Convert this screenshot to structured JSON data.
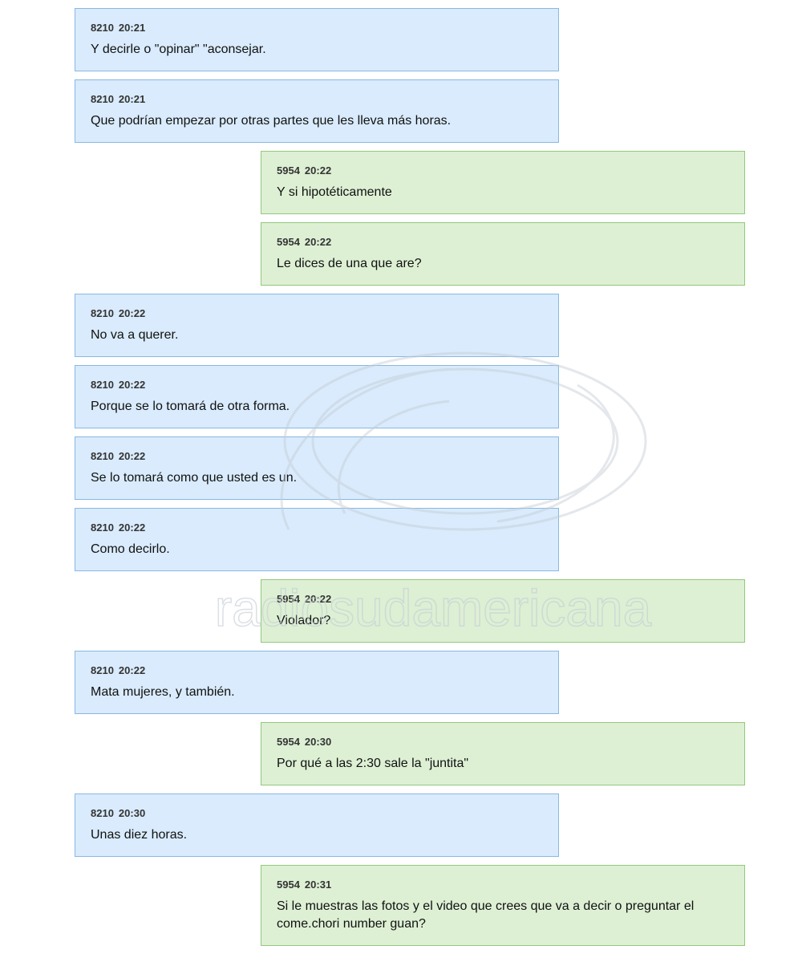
{
  "messages": [
    {
      "side": "left",
      "sender": "8210",
      "time": "20:21",
      "text": "Y decirle o \"opinar\" \"aconsejar."
    },
    {
      "side": "left",
      "sender": "8210",
      "time": "20:21",
      "text": "Que podrían empezar por otras partes que les lleva más horas."
    },
    {
      "side": "right",
      "sender": "5954",
      "time": "20:22",
      "text": "Y si hipotéticamente"
    },
    {
      "side": "right",
      "sender": "5954",
      "time": "20:22",
      "text": "Le dices de una que are?"
    },
    {
      "side": "left",
      "sender": "8210",
      "time": "20:22",
      "text": "No va a querer."
    },
    {
      "side": "left",
      "sender": "8210",
      "time": "20:22",
      "text": "Porque se lo tomará de otra forma."
    },
    {
      "side": "left",
      "sender": "8210",
      "time": "20:22",
      "text": "Se lo tomará como que usted es un."
    },
    {
      "side": "left",
      "sender": "8210",
      "time": "20:22",
      "text": "Como decirlo."
    },
    {
      "side": "right",
      "sender": "5954",
      "time": "20:22",
      "text": "Violador?"
    },
    {
      "side": "left",
      "sender": "8210",
      "time": "20:22",
      "text": "Mata mujeres, y también."
    },
    {
      "side": "right",
      "sender": "5954",
      "time": "20:30",
      "text": "Por qué a las 2:30 sale la \"juntita\""
    },
    {
      "side": "left",
      "sender": "8210",
      "time": "20:30",
      "text": "Unas diez horas."
    },
    {
      "side": "right",
      "sender": "5954",
      "time": "20:31",
      "text": "Si le muestras las fotos y el video que crees que va a decir o preguntar el come.chori number guan?"
    }
  ],
  "watermark": {
    "text": "radiosudamericana"
  },
  "colors": {
    "left_bubble_bg": "#d9ebfc",
    "left_bubble_border": "#8ab8e2",
    "right_bubble_bg": "#ddf0d4",
    "right_bubble_border": "#92c97b"
  }
}
